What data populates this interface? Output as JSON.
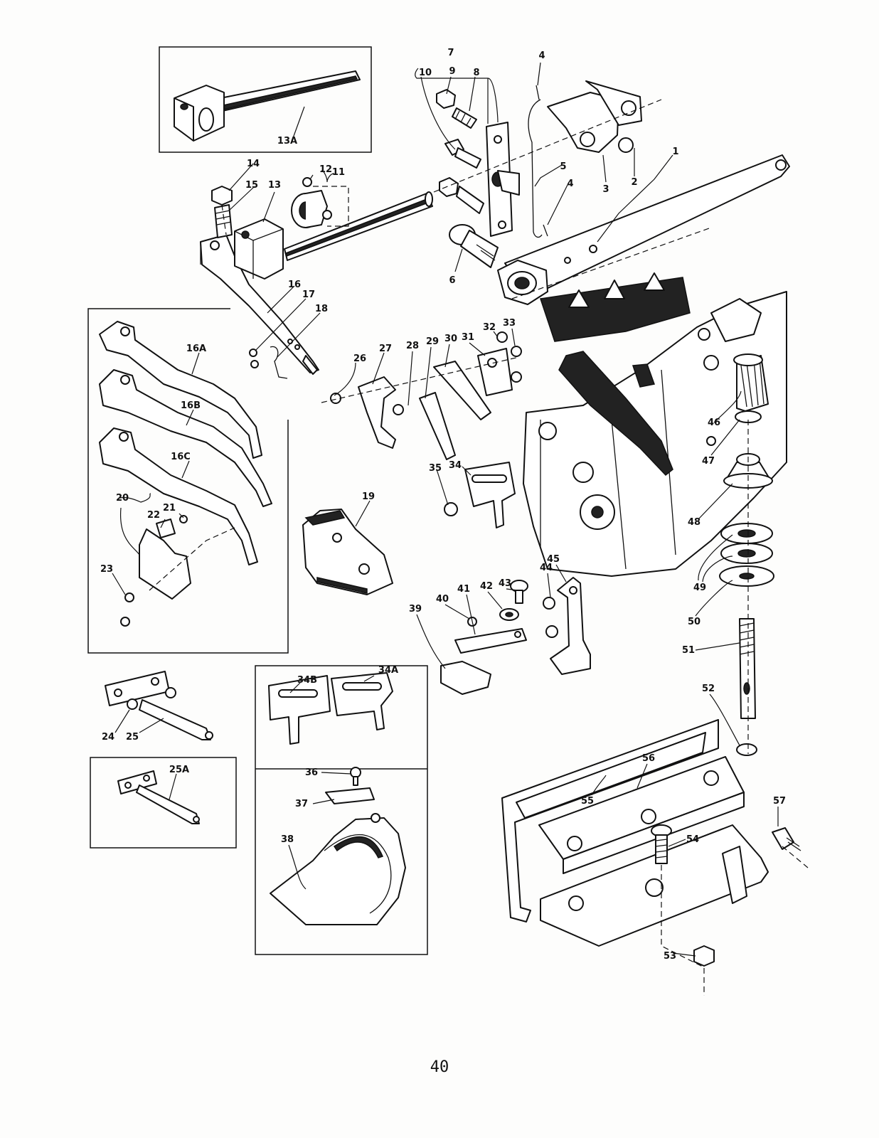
{
  "page_number": "40",
  "callouts": {
    "c1": "1",
    "c2": "2",
    "c3": "3",
    "c4a": "4",
    "c4b": "4",
    "c5": "5",
    "c6": "6",
    "c7": "7",
    "c8": "8",
    "c9": "9",
    "c10": "10",
    "c11": "11",
    "c12": "12",
    "c13": "13",
    "c13A": "13A",
    "c14": "14",
    "c15": "15",
    "c16": "16",
    "c16A": "16A",
    "c16B": "16B",
    "c16C": "16C",
    "c17": "17",
    "c18": "18",
    "c19": "19",
    "c20": "20",
    "c21": "21",
    "c22": "22",
    "c23": "23",
    "c24": "24",
    "c25": "25",
    "c25A": "25A",
    "c26": "26",
    "c27": "27",
    "c28": "28",
    "c29": "29",
    "c30": "30",
    "c31": "31",
    "c32": "32",
    "c33": "33",
    "c34": "34",
    "c34A": "34A",
    "c34B": "34B",
    "c35": "35",
    "c36": "36",
    "c37": "37",
    "c38": "38",
    "c39": "39",
    "c40": "40",
    "c41": "41",
    "c42": "42",
    "c43": "43",
    "c44": "44",
    "c45": "45",
    "c46": "46",
    "c47": "47",
    "c48": "48",
    "c49": "49",
    "c50": "50",
    "c51": "51",
    "c52": "52",
    "c53": "53",
    "c54": "54",
    "c55": "55",
    "c56": "56",
    "c57": "57"
  }
}
